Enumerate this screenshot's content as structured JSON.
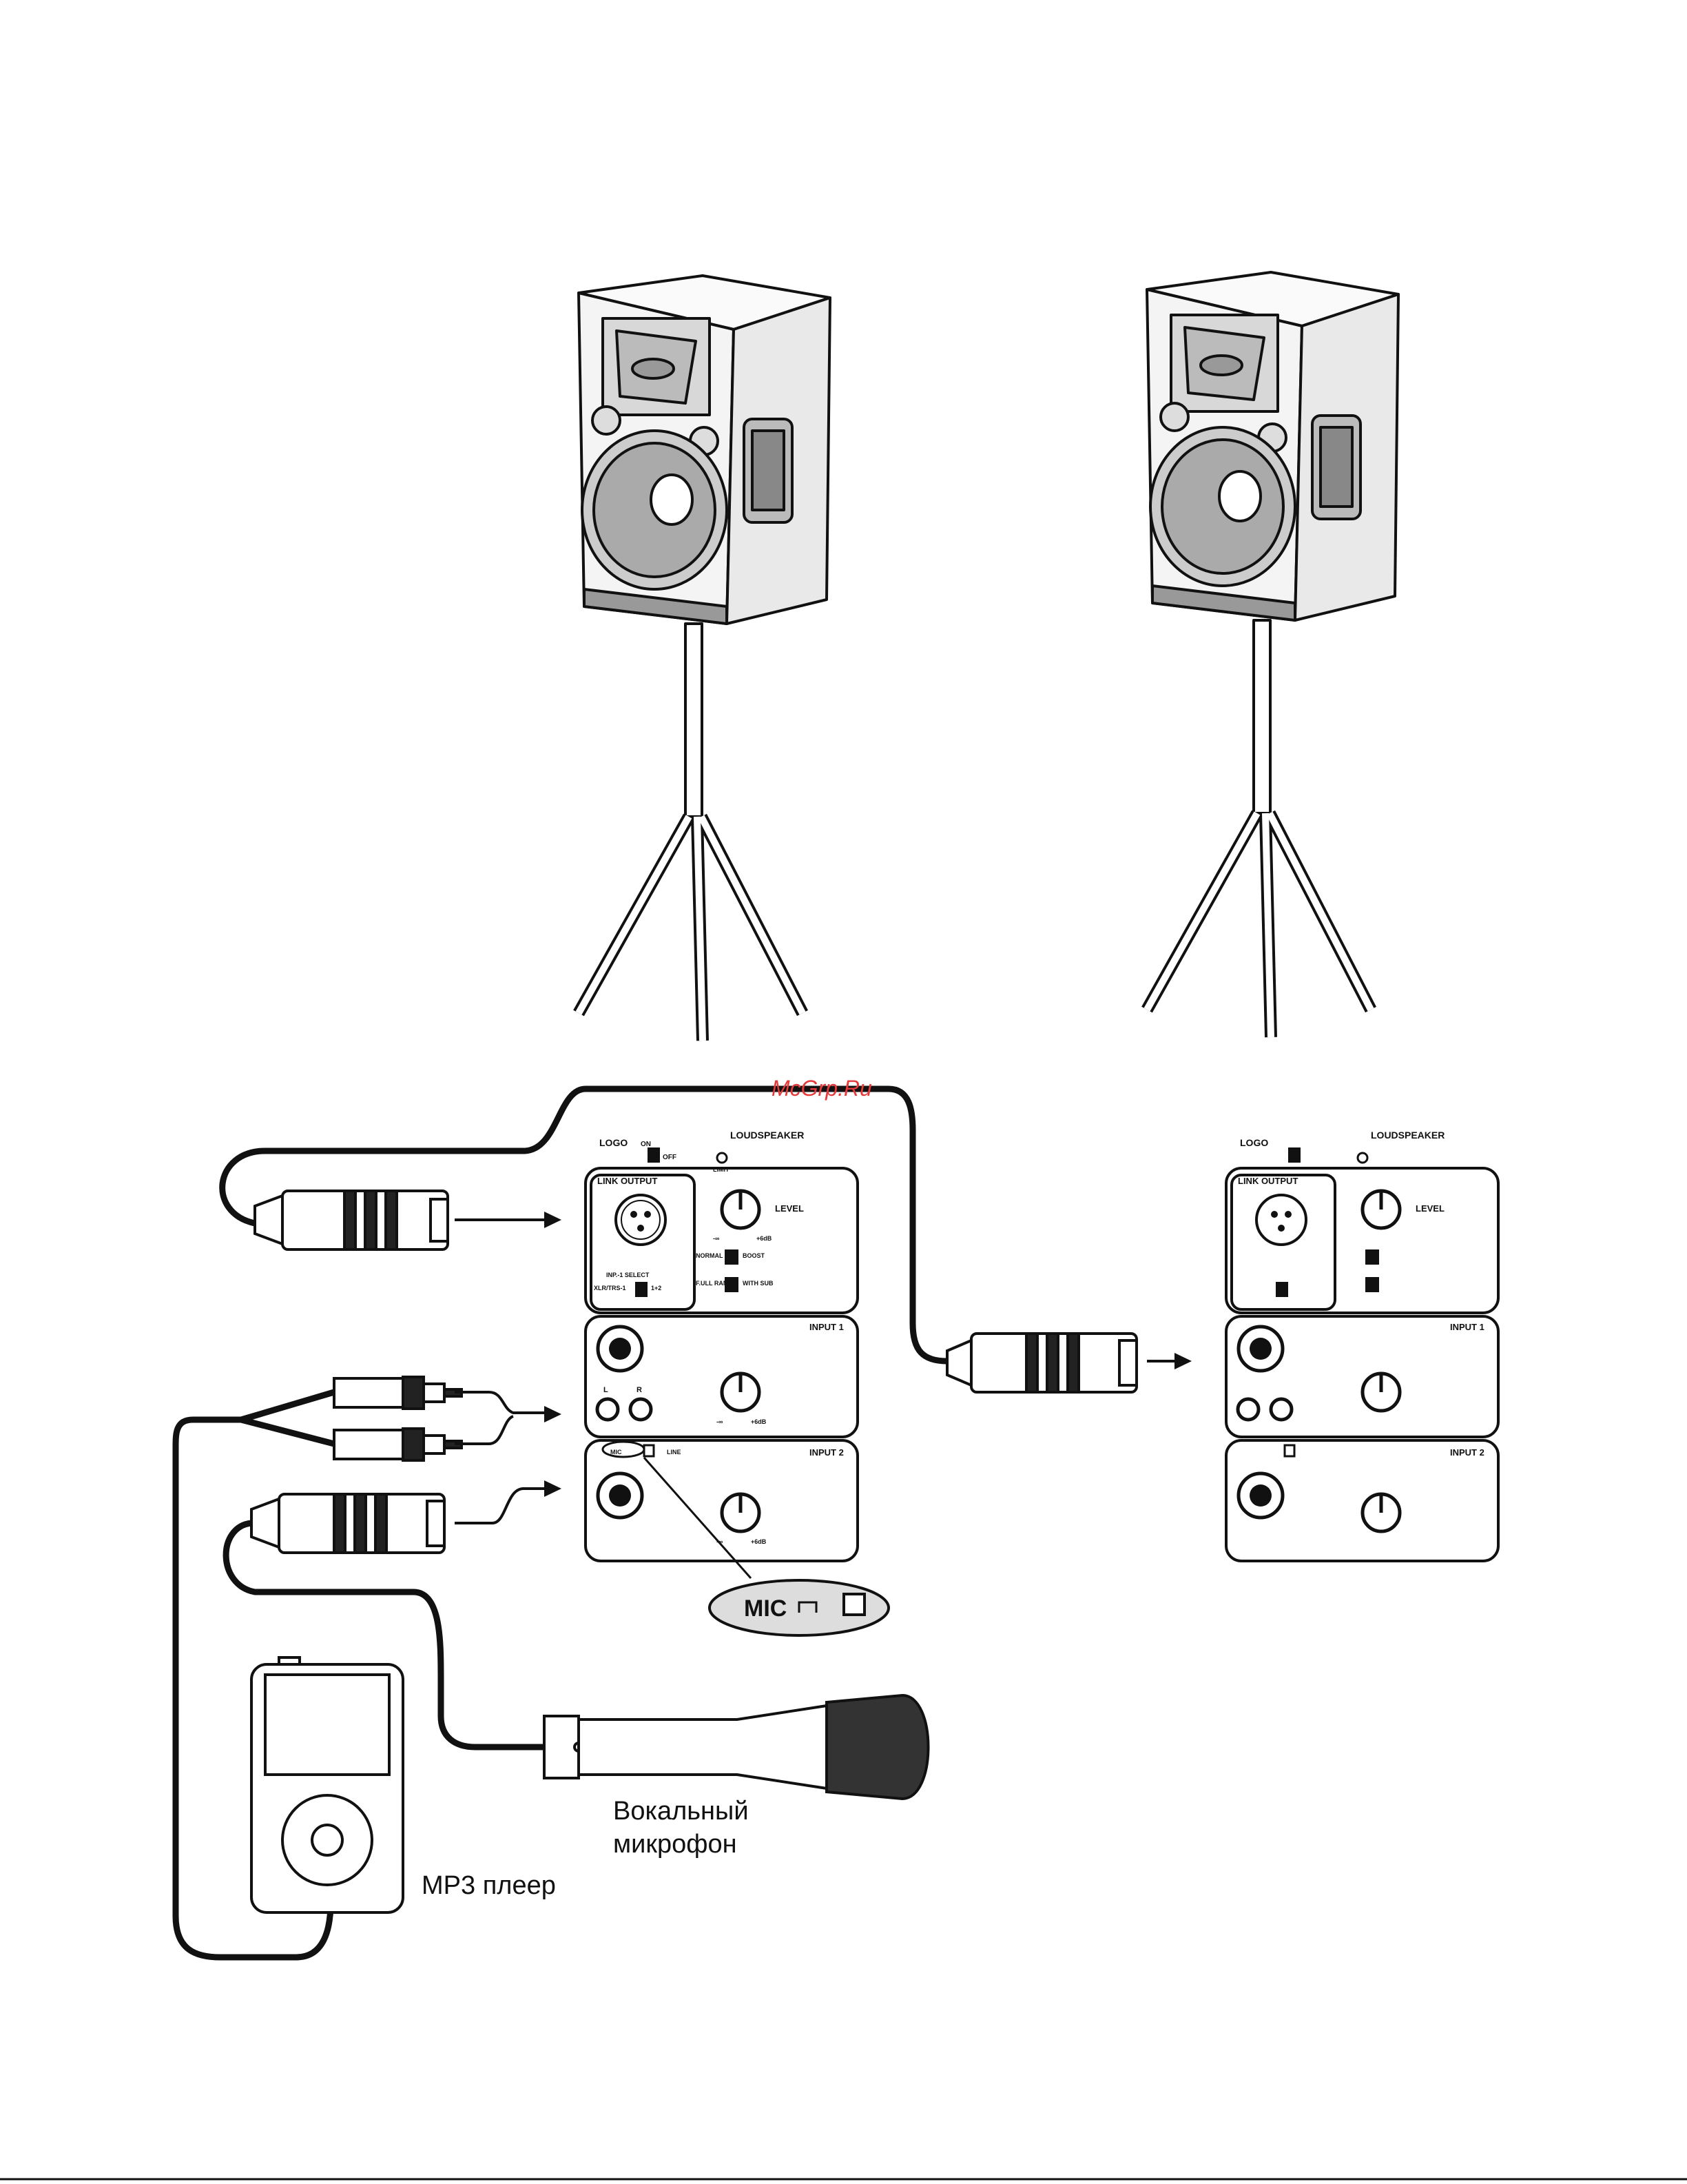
{
  "watermark": "McGrp.Ru",
  "labels": {
    "microphone_line1": "Вокальный",
    "microphone_line2": "микрофон",
    "mp3_player": "MP3 плеер",
    "mic_callout": "MIC"
  },
  "panel": {
    "logo": "LOGO",
    "on": "ON",
    "off": "OFF",
    "loudspeaker": "LOUDSPEAKER",
    "limit": "LIMIT",
    "level": "LEVEL",
    "normal": "NORMAL",
    "boost": "BOOST",
    "link_output": "LINK OUTPUT",
    "inp_select": "INP.-1 SELECT",
    "xlr_trs": "XLR/TRS-1",
    "one_plus_two": "1+2",
    "full_range": "F.ULL RANGE",
    "with_sub": "WITH SUB",
    "input1": "INPUT 1",
    "input2": "INPUT 2",
    "l": "L",
    "r": "R",
    "mic": "MIC",
    "line": "LINE",
    "minus_inf": "-∞",
    "plus_6db": "+6dB"
  }
}
